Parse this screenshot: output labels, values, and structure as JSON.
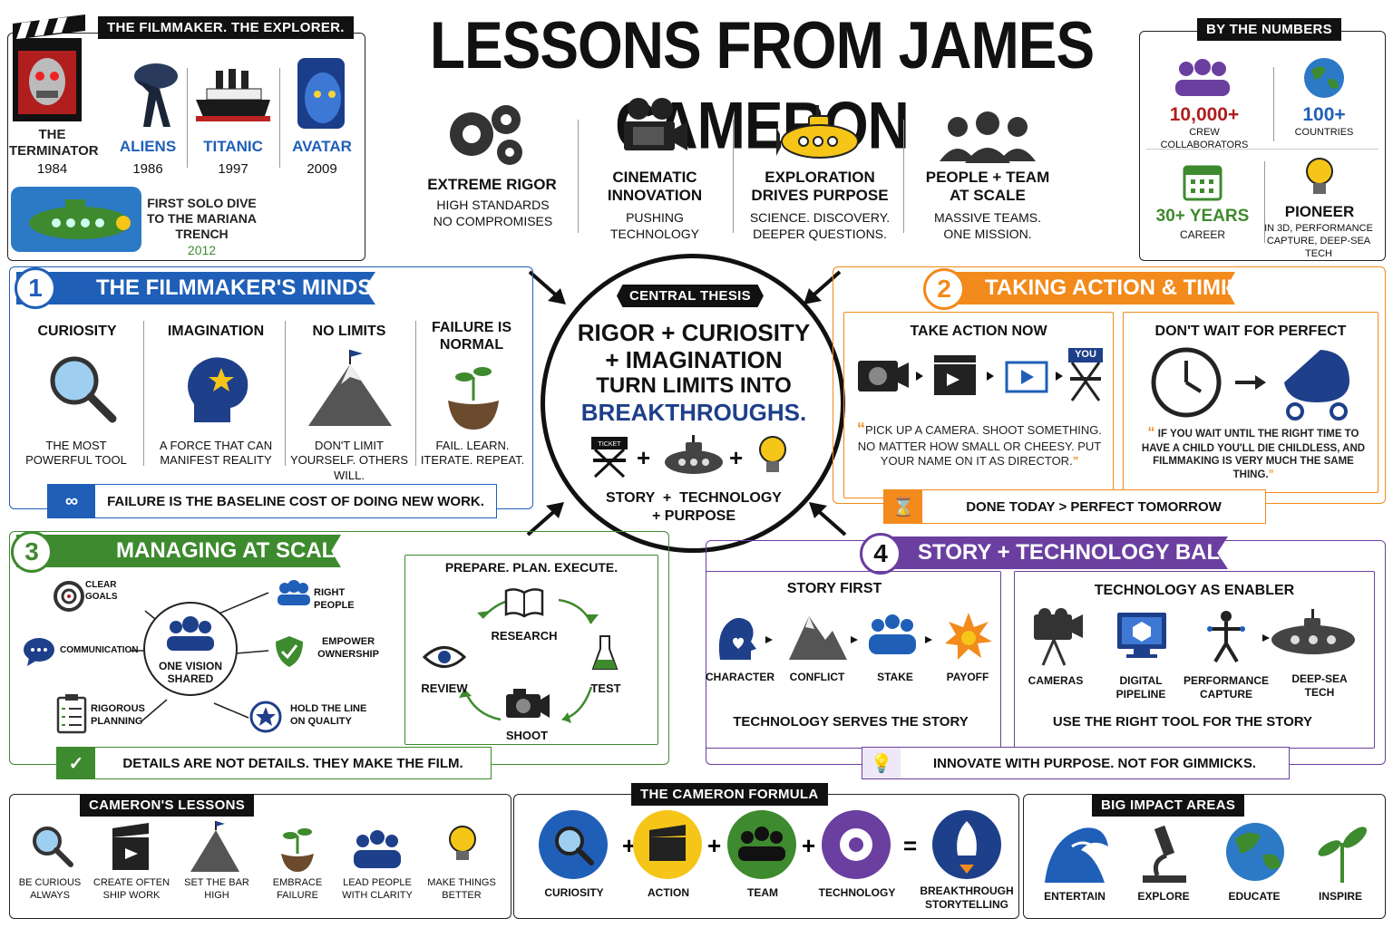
{
  "title": "LESSONS FROM JAMES CAMERON",
  "films": {
    "tag": "THE FILMMAKER. THE EXPLORER.",
    "items": [
      {
        "name": "THE TERMINATOR",
        "year": "1984"
      },
      {
        "name": "ALIENS",
        "year": "1986"
      },
      {
        "name": "TITANIC",
        "year": "1997"
      },
      {
        "name": "AVATAR",
        "year": "2009"
      }
    ],
    "dive": {
      "text": "FIRST SOLO DIVE TO THE MARIANA TRENCH",
      "year": "2012"
    }
  },
  "pillars": [
    {
      "title": "EXTREME RIGOR",
      "sub": "HIGH STANDARDS NO COMPROMISES"
    },
    {
      "title": "CINEMATIC INNOVATION",
      "sub": "PUSHING TECHNOLOGY"
    },
    {
      "title": "EXPLORATION DRIVES PURPOSE",
      "sub": "SCIENCE. DISCOVERY. DEEPER QUESTIONS."
    },
    {
      "title": "PEOPLE + TEAM AT SCALE",
      "sub": "MASSIVE TEAMS. ONE MISSION."
    }
  ],
  "numbers": {
    "tag": "BY THE NUMBERS",
    "items": [
      {
        "value": "10,000+",
        "label": "CREW COLLABORATORS"
      },
      {
        "value": "100+",
        "label": "COUNTRIES"
      },
      {
        "value": "30+ YEARS",
        "label": "CAREER"
      },
      {
        "value": "PIONEER",
        "label": "IN 3D, PERFORMANCE CAPTURE, DEEP-SEA TECH"
      }
    ]
  },
  "thesis": {
    "tag": "CENTRAL THESIS",
    "line1": "RIGOR + CURIOSITY",
    "line2": "+ IMAGINATION",
    "line3": "TURN LIMITS INTO",
    "line4": "BREAKTHROUGHS.",
    "ticket": "TICKET",
    "formula1": "STORY  +  TECHNOLOGY",
    "formula2": "+ PURPOSE"
  },
  "s1": {
    "num": "1",
    "title": "THE FILMMAKER'S MINDSET",
    "items": [
      {
        "title": "CURIOSITY",
        "sub": "THE MOST POWERFUL TOOL"
      },
      {
        "title": "IMAGINATION",
        "sub": "A FORCE THAT CAN MANIFEST REALITY"
      },
      {
        "title": "NO LIMITS",
        "sub": "DON'T LIMIT YOURSELF. OTHERS WILL."
      },
      {
        "title": "FAILURE IS NORMAL",
        "sub": "FAIL. LEARN. ITERATE. REPEAT."
      }
    ],
    "banner": "FAILURE IS THE BASELINE COST OF DOING NEW WORK."
  },
  "s2": {
    "num": "2",
    "title": "TAKING ACTION & TIMING",
    "left": {
      "title": "TAKE ACTION NOW",
      "chair": "YOU",
      "quote": "PICK UP A CAMERA. SHOOT SOMETHING. NO MATTER HOW SMALL OR CHEESY. PUT YOUR NAME ON IT AS DIRECTOR."
    },
    "right": {
      "title": "DON'T WAIT FOR PERFECT",
      "quote": "IF YOU WAIT UNTIL THE RIGHT TIME TO HAVE A CHILD YOU'LL DIE CHILDLESS, AND FILMMAKING IS VERY MUCH THE SAME THING."
    },
    "banner_a": "DONE TODAY",
    "banner_sep": ">",
    "banner_b": "PERFECT TOMORROW"
  },
  "s3": {
    "num": "3",
    "title": "MANAGING AT SCALE",
    "hub": "ONE VISION SHARED",
    "spokes": [
      "CLEAR GOALS",
      "RIGHT PEOPLE",
      "COMMUNICATION",
      "EMPOWER OWNERSHIP",
      "RIGOROUS PLANNING",
      "HOLD THE LINE ON QUALITY"
    ],
    "cycle": {
      "title": "PREPARE. PLAN. EXECUTE.",
      "steps": [
        "RESEARCH",
        "TEST",
        "SHOOT",
        "REVIEW"
      ]
    },
    "banner": "DETAILS ARE NOT DETAILS. THEY MAKE THE FILM."
  },
  "s4": {
    "num": "4",
    "title": "STORY + TECHNOLOGY BALANCE",
    "story": {
      "title": "STORY FIRST",
      "items": [
        "CHARACTER",
        "CONFLICT",
        "STAKE",
        "PAYOFF"
      ],
      "footer": "TECHNOLOGY SERVES THE STORY"
    },
    "tech": {
      "title": "TECHNOLOGY AS ENABLER",
      "items": [
        "CAMERAS",
        "DIGITAL PIPELINE",
        "PERFORMANCE CAPTURE",
        "DEEP-SEA TECH"
      ],
      "footer": "USE THE RIGHT TOOL FOR THE STORY"
    },
    "banner": "INNOVATE WITH PURPOSE. NOT FOR GIMMICKS."
  },
  "lessons": {
    "tag": "CAMERON'S LESSONS",
    "items": [
      "BE CURIOUS ALWAYS",
      "CREATE OFTEN SHIP WORK",
      "SET THE BAR HIGH",
      "EMBRACE FAILURE",
      "LEAD PEOPLE WITH CLARITY",
      "MAKE THINGS BETTER"
    ]
  },
  "formula": {
    "tag": "THE CAMERON FORMULA",
    "items": [
      "CURIOSITY",
      "ACTION",
      "TEAM",
      "TECHNOLOGY"
    ],
    "result": "BREAKTHROUGH STORYTELLING"
  },
  "impact": {
    "tag": "BIG IMPACT AREAS",
    "items": [
      "ENTERTAIN",
      "EXPLORE",
      "EDUCATE",
      "INSPIRE"
    ]
  },
  "colors": {
    "blue": "#1f5fb8",
    "orange": "#f28a1c",
    "green": "#3e8a2e",
    "purple": "#6a3fa0",
    "navy": "#1e3f8a",
    "yellow": "#f5c518"
  }
}
